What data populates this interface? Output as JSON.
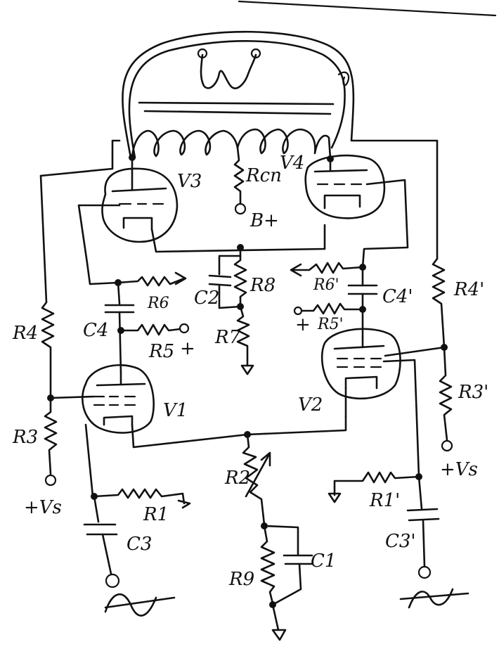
{
  "labels": {
    "v1": "V1",
    "v2": "V2",
    "v3": "V3",
    "v4": "V4",
    "r1": "R1",
    "r1p": "R1'",
    "r2": "R2",
    "r3": "R3",
    "r3p": "R3'",
    "r4": "R4",
    "r4p": "R4'",
    "r5": "R5",
    "r5p": "R5'",
    "r6": "R6",
    "r6p": "R6'",
    "r7": "R7",
    "r8": "R8",
    "r9": "R9",
    "rcn": "Rcn",
    "c1": "C1",
    "c2": "C2",
    "c3": "C3",
    "c3p": "C3'",
    "c4": "C4",
    "c4p": "C4'",
    "bplus": "B+",
    "plus_left": "+",
    "plus_right": "+",
    "vs_left": "+Vs",
    "vs_right": "+Vs"
  }
}
